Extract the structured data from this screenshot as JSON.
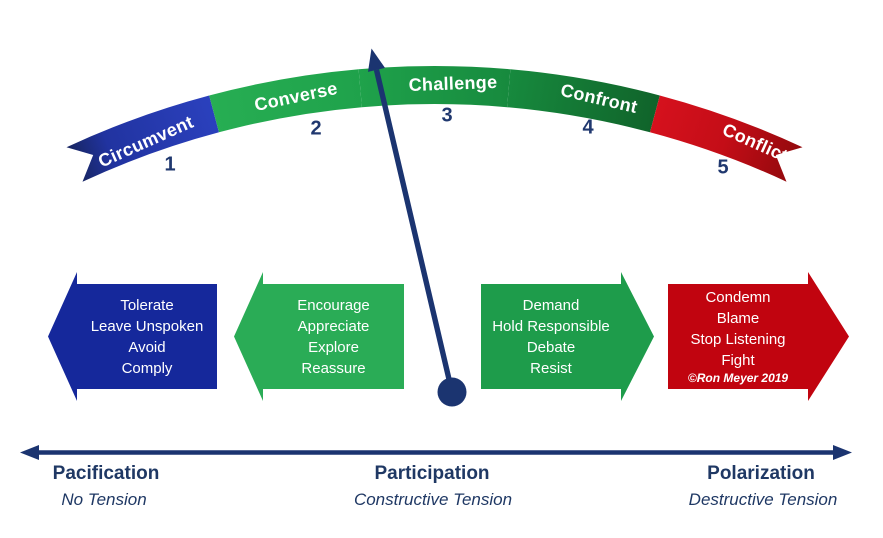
{
  "gauge": {
    "segments": [
      {
        "label": "Circumvent",
        "number": "1",
        "color": "#2235A6"
      },
      {
        "label": "Converse",
        "number": "2",
        "color": "#23A84E"
      },
      {
        "label": "Challenge",
        "number": "3",
        "color": "#1C9746"
      },
      {
        "label": "Confront",
        "number": "4",
        "color": "#136B30"
      },
      {
        "label": "Conflict",
        "number": "5",
        "color": "#C8101A"
      }
    ],
    "needle_color": "#1B3470"
  },
  "arrows": [
    {
      "direction": "left",
      "color": "#15289B",
      "lines": [
        "Tolerate",
        "Leave Unspoken",
        "Avoid",
        "Comply"
      ]
    },
    {
      "direction": "left",
      "color": "#2AAC56",
      "lines": [
        "Encourage",
        "Appreciate",
        "Explore",
        "Reassure"
      ]
    },
    {
      "direction": "right",
      "color": "#1E9C4B",
      "lines": [
        "Demand",
        "Hold Responsible",
        "Debate",
        "Resist"
      ]
    },
    {
      "direction": "right",
      "color": "#C1040F",
      "lines": [
        "Condemn",
        "Blame",
        "Stop Listening",
        "Fight"
      ],
      "credit": "©Ron Meyer 2019"
    }
  ],
  "axis": {
    "color": "#1B3470",
    "zones": [
      {
        "title": "Pacification",
        "subtitle": "No Tension"
      },
      {
        "title": "Participation",
        "subtitle": "Constructive Tension"
      },
      {
        "title": "Polarization",
        "subtitle": "Destructive Tension"
      }
    ]
  },
  "text_color": "#1F3864"
}
